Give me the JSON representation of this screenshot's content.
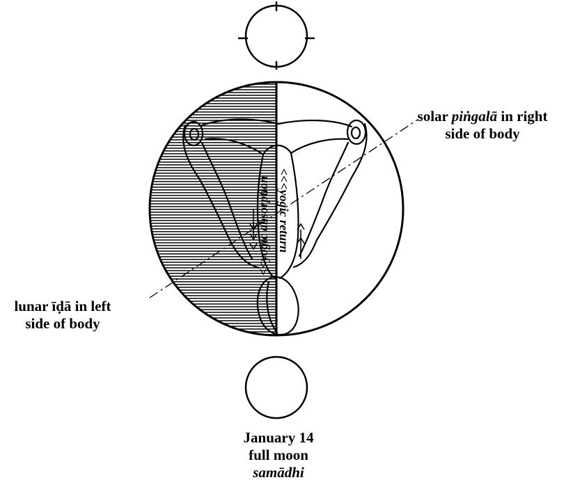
{
  "labels": {
    "solar_line1_prefix": "solar ",
    "solar_line1_name": "piṅgalā",
    "solar_line1_suffix": " in right",
    "solar_line2": "side of body",
    "lunar_line1": "lunar īḍā in left",
    "lunar_line2": "side of body",
    "date": "January 14",
    "phase": "full moon",
    "state": "samādhi"
  },
  "channel_labels": {
    "absorption": "<<yogic absorption",
    "return": "<<<yogic return"
  },
  "colors": {
    "ink": "#000000",
    "hatch": "#000000",
    "paper": "#ffffff"
  }
}
